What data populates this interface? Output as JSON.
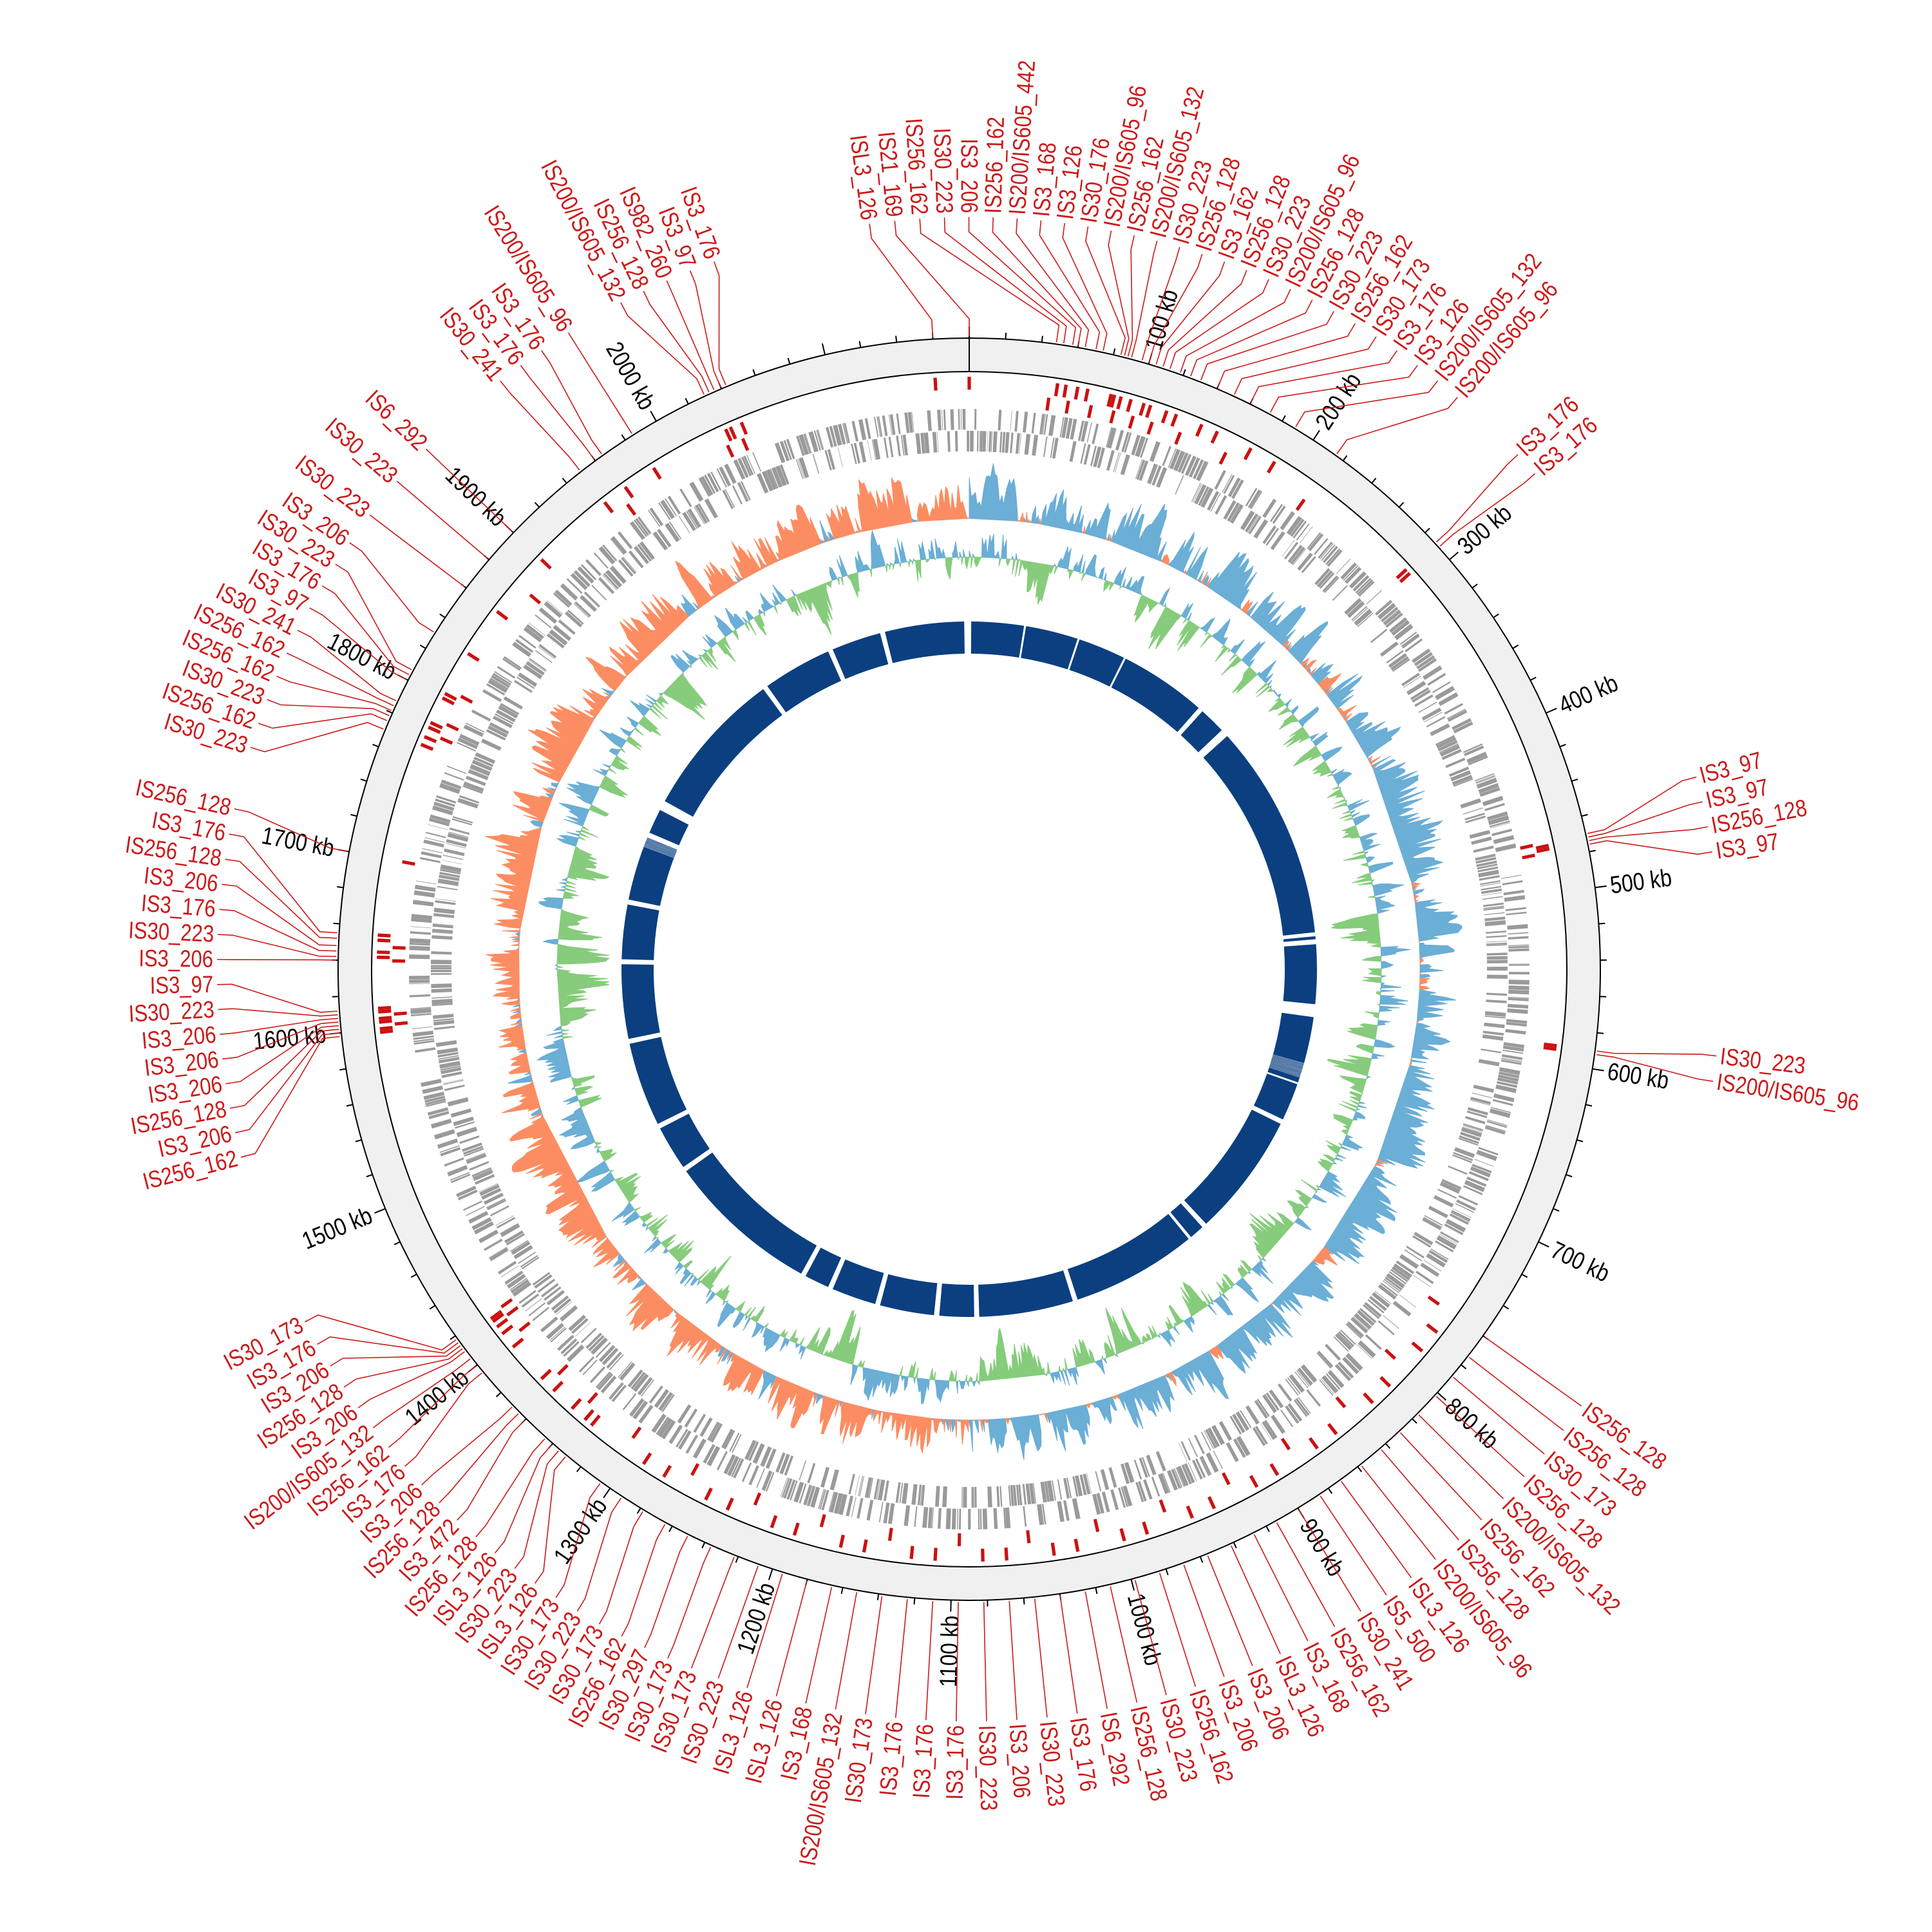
{
  "chart_data": {
    "type": "circular-genome",
    "genome_length_kb": 2180,
    "colors": {
      "is_label": "#cc1a1a",
      "is_marker": "#cc1111",
      "ring_band": "#f0f0f0",
      "genes": "#9a9a9a",
      "gc_skew_positive": "#6baed6",
      "gc_skew_negative": "#fc8d62",
      "gc_content_positive": "#6baed6",
      "gc_content_negative": "#86cc7c",
      "contigs": "#0b3f80"
    },
    "ticks": [
      {
        "kb": 100,
        "label": "100 kb"
      },
      {
        "kb": 200,
        "label": "200 kb"
      },
      {
        "kb": 300,
        "label": "300 kb"
      },
      {
        "kb": 400,
        "label": "400 kb"
      },
      {
        "kb": 500,
        "label": "500 kb"
      },
      {
        "kb": 600,
        "label": "600 kb"
      },
      {
        "kb": 700,
        "label": "700 kb"
      },
      {
        "kb": 800,
        "label": "800 kb"
      },
      {
        "kb": 900,
        "label": "900 kb"
      },
      {
        "kb": 1000,
        "label": "1000 kb"
      },
      {
        "kb": 1100,
        "label": "1100 kb"
      },
      {
        "kb": 1200,
        "label": "1200 kb"
      },
      {
        "kb": 1300,
        "label": "1300 kb"
      },
      {
        "kb": 1400,
        "label": "1400 kb"
      },
      {
        "kb": 1500,
        "label": "1500 kb"
      },
      {
        "kb": 1600,
        "label": "1600 kb"
      },
      {
        "kb": 1700,
        "label": "1700 kb"
      },
      {
        "kb": 1800,
        "label": "1800 kb"
      },
      {
        "kb": 1900,
        "label": "1900 kb"
      },
      {
        "kb": 2000,
        "label": "2000 kb"
      }
    ],
    "contig_segments_kb": [
      [
        2,
        55
      ],
      [
        57,
        110
      ],
      [
        112,
        160
      ],
      [
        162,
        250
      ],
      [
        255,
        282
      ],
      [
        290,
        508
      ],
      [
        512,
        515
      ],
      [
        520,
        580
      ],
      [
        593,
        660
      ],
      [
        662,
        700
      ],
      [
        705,
        830
      ],
      [
        835,
        850
      ],
      [
        853,
        980
      ],
      [
        985,
        1080
      ],
      [
        1085,
        1120
      ],
      [
        1125,
        1180
      ],
      [
        1185,
        1230
      ],
      [
        1235,
        1260
      ],
      [
        1265,
        1420
      ],
      [
        1425,
        1470
      ],
      [
        1475,
        1560
      ],
      [
        1565,
        1640
      ],
      [
        1645,
        1700
      ],
      [
        1705,
        1770
      ],
      [
        1775,
        1800
      ],
      [
        1810,
        1960
      ],
      [
        1965,
        2035
      ],
      [
        2040,
        2090
      ],
      [
        2095,
        2175
      ]
    ],
    "is_elements": [
      {
        "name": "IS21_169",
        "kb": 0
      },
      {
        "name": "IS256_162",
        "kb": 48
      },
      {
        "name": "IS30_223",
        "kb": 52
      },
      {
        "name": "IS3_206",
        "kb": 57
      },
      {
        "name": "IS256_162",
        "kb": 60
      },
      {
        "name": "IS200/IS605_442",
        "kb": 64
      },
      {
        "name": "IS3_168",
        "kb": 70
      },
      {
        "name": "IS3_126",
        "kb": 74
      },
      {
        "name": "IS30_176",
        "kb": 84
      },
      {
        "name": "IS200/IS605_96",
        "kb": 86
      },
      {
        "name": "IS256_162",
        "kb": 88
      },
      {
        "name": "IS200/IS605_132",
        "kb": 90
      },
      {
        "name": "IS30_223",
        "kb": 96
      },
      {
        "name": "IS256_128",
        "kb": 100
      },
      {
        "name": "IS3_162",
        "kb": 104
      },
      {
        "name": "IS256_128",
        "kb": 108
      },
      {
        "name": "IS30_223",
        "kb": 112
      },
      {
        "name": "IS200/IS605_96",
        "kb": 118
      },
      {
        "name": "IS256_128",
        "kb": 124
      },
      {
        "name": "IS30_223",
        "kb": 130
      },
      {
        "name": "IS256_162",
        "kb": 140
      },
      {
        "name": "IS30_173",
        "kb": 150
      },
      {
        "name": "IS3_176",
        "kb": 160
      },
      {
        "name": "IS3_126",
        "kb": 172
      },
      {
        "name": "IS200/IS605_132",
        "kb": 188
      },
      {
        "name": "IS200/IS605_96",
        "kb": 215
      },
      {
        "name": "IS3_176",
        "kb": 288
      },
      {
        "name": "IS3_176",
        "kb": 291
      },
      {
        "name": "IS3_97",
        "kb": 470
      },
      {
        "name": "IS3_97",
        "kb": 472
      },
      {
        "name": "IS256_128",
        "kb": 474
      },
      {
        "name": "IS3_97",
        "kb": 476
      },
      {
        "name": "IS30_223",
        "kb": 590
      },
      {
        "name": "IS200/IS605_96",
        "kb": 592
      },
      {
        "name": "IS256_128",
        "kb": 760
      },
      {
        "name": "IS256_128",
        "kb": 774
      },
      {
        "name": "IS30_173",
        "kb": 788
      },
      {
        "name": "IS256_128",
        "kb": 802
      },
      {
        "name": "IS200/IS605_132",
        "kb": 816
      },
      {
        "name": "IS256_162",
        "kb": 830
      },
      {
        "name": "IS256_128",
        "kb": 844
      },
      {
        "name": "IS200/IS605_96",
        "kb": 858
      },
      {
        "name": "ISL3_126",
        "kb": 872
      },
      {
        "name": "IS5_500",
        "kb": 886
      },
      {
        "name": "IS30_241",
        "kb": 900
      },
      {
        "name": "IS256_162",
        "kb": 914
      },
      {
        "name": "IS3_168",
        "kb": 928
      },
      {
        "name": "ISL3_126",
        "kb": 942
      },
      {
        "name": "IS3_206",
        "kb": 956
      },
      {
        "name": "IS3_206",
        "kb": 970
      },
      {
        "name": "IS256_162",
        "kb": 984
      },
      {
        "name": "IS30_223",
        "kb": 998
      },
      {
        "name": "IS256_128",
        "kb": 1012
      },
      {
        "name": "IS6_292",
        "kb": 1026
      },
      {
        "name": "IS3_176",
        "kb": 1040
      },
      {
        "name": "IS30_223",
        "kb": 1054
      },
      {
        "name": "IS3_206",
        "kb": 1068
      },
      {
        "name": "IS30_223",
        "kb": 1082
      },
      {
        "name": "IS3_176",
        "kb": 1096
      },
      {
        "name": "IS3_176",
        "kb": 1110
      },
      {
        "name": "IS3_176",
        "kb": 1124
      },
      {
        "name": "IS30_173",
        "kb": 1138
      },
      {
        "name": "IS200/IS605_132",
        "kb": 1152
      },
      {
        "name": "IS3_168",
        "kb": 1166
      },
      {
        "name": "ISL3_126",
        "kb": 1180
      },
      {
        "name": "ISL3_126",
        "kb": 1194
      },
      {
        "name": "IS30_223",
        "kb": 1208
      },
      {
        "name": "IS30_173",
        "kb": 1222
      },
      {
        "name": "IS30_173",
        "kb": 1236
      },
      {
        "name": "IS30_297",
        "kb": 1250
      },
      {
        "name": "IS256_162",
        "kb": 1264
      },
      {
        "name": "IS30_173",
        "kb": 1278
      },
      {
        "name": "IS30_223",
        "kb": 1292
      },
      {
        "name": "IS30_173",
        "kb": 1306
      },
      {
        "name": "ISL3_126",
        "kb": 1330
      },
      {
        "name": "IS30_223",
        "kb": 1335
      },
      {
        "name": "ISL3_126",
        "kb": 1340
      },
      {
        "name": "IS256_128",
        "kb": 1345
      },
      {
        "name": "IS3_472",
        "kb": 1360
      },
      {
        "name": "IS256_128",
        "kb": 1365
      },
      {
        "name": "IS3_206",
        "kb": 1370
      },
      {
        "name": "IS3_176",
        "kb": 1395
      },
      {
        "name": "IS256_162",
        "kb": 1400
      },
      {
        "name": "IS200/IS605_132",
        "kb": 1405
      },
      {
        "name": "IS3_206",
        "kb": 1410
      },
      {
        "name": "IS256_128",
        "kb": 1412
      },
      {
        "name": "IS3_206",
        "kb": 1414
      },
      {
        "name": "IS3_176",
        "kb": 1416
      },
      {
        "name": "IS30_173",
        "kb": 1418
      },
      {
        "name": "IS256_162",
        "kb": 1598
      },
      {
        "name": "IS3_206",
        "kb": 1600
      },
      {
        "name": "IS256_128",
        "kb": 1602
      },
      {
        "name": "IS3_206",
        "kb": 1604
      },
      {
        "name": "IS3_206",
        "kb": 1606
      },
      {
        "name": "IS3_206",
        "kb": 1608
      },
      {
        "name": "IS30_223",
        "kb": 1610
      },
      {
        "name": "IS3_97",
        "kb": 1612
      },
      {
        "name": "IS3_206",
        "kb": 1640
      },
      {
        "name": "IS30_223",
        "kb": 1642
      },
      {
        "name": "IS3_176",
        "kb": 1645
      },
      {
        "name": "IS3_206",
        "kb": 1648
      },
      {
        "name": "IS256_128",
        "kb": 1652
      },
      {
        "name": "IS3_176",
        "kb": 1655
      },
      {
        "name": "IS256_128",
        "kb": 1700
      },
      {
        "name": "IS30_223",
        "kb": 1770
      },
      {
        "name": "IS256_162",
        "kb": 1775
      },
      {
        "name": "IS30_223",
        "kb": 1778
      },
      {
        "name": "IS256_162",
        "kb": 1781
      },
      {
        "name": "IS256_162",
        "kb": 1784
      },
      {
        "name": "IS30_241",
        "kb": 1787
      },
      {
        "name": "IS3_97",
        "kb": 1800
      },
      {
        "name": "IS3_176",
        "kb": 1803
      },
      {
        "name": "IS30_223",
        "kb": 1806
      },
      {
        "name": "IS3_206",
        "kb": 1830
      },
      {
        "name": "IS30_223",
        "kb": 1860
      },
      {
        "name": "IS30_223",
        "kb": 1880
      },
      {
        "name": "IS6_292",
        "kb": 1900
      },
      {
        "name": "IS30_241",
        "kb": 1950
      },
      {
        "name": "IS3_176",
        "kb": 1960
      },
      {
        "name": "IS3_176",
        "kb": 1965
      },
      {
        "name": "IS200/IS605_96",
        "kb": 1985
      },
      {
        "name": "IS200/IS605_132",
        "kb": 2030
      },
      {
        "name": "IS256_128",
        "kb": 2033
      },
      {
        "name": "IS982_260",
        "kb": 2036
      },
      {
        "name": "IS3_97",
        "kb": 2040
      },
      {
        "name": "IS3_176",
        "kb": 2043
      },
      {
        "name": "ISL3_126",
        "kb": 2160
      }
    ]
  }
}
